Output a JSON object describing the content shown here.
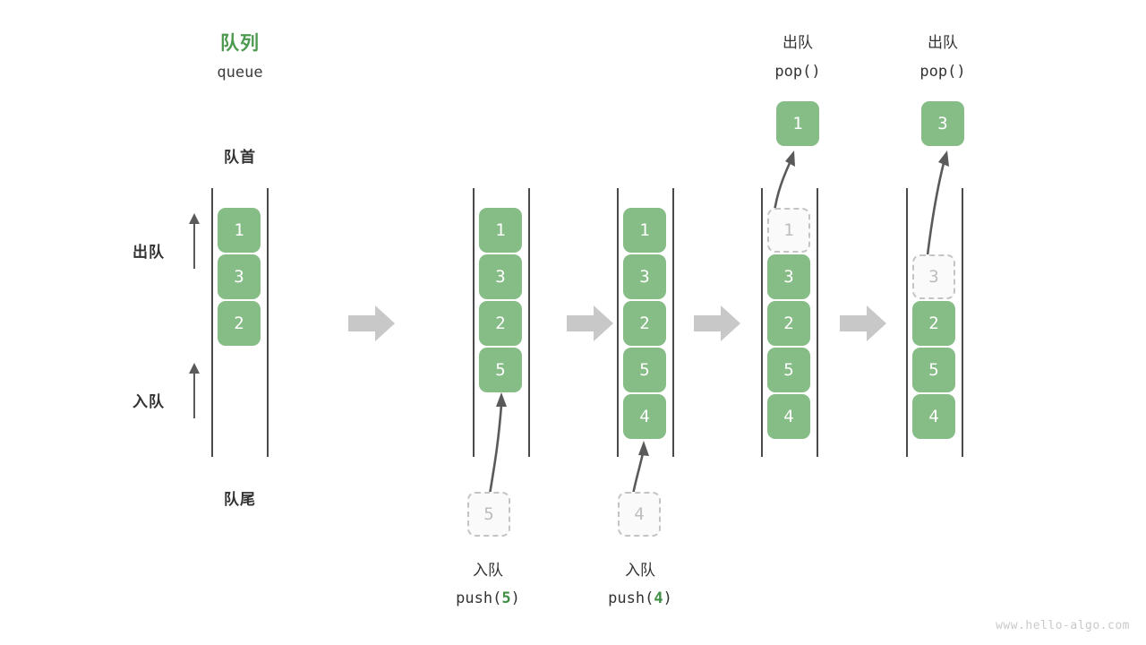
{
  "diagram": {
    "title_cn": "队列",
    "title_en": "queue",
    "front_label": "队首",
    "rear_label": "队尾",
    "side_dequeue_label": "出队",
    "side_enqueue_label": "入队",
    "watermark": "www.hello-algo.com",
    "colors": {
      "cell_green": "#86bc86",
      "title_green": "#4e9a51",
      "accent_num_green": "#3f8f44",
      "rail_gray": "#4a4a4a",
      "arrow_gray": "#5a5a5a",
      "block_arrow_gray": "#c8c8c8",
      "ghost_border": "#c4c4c4",
      "ghost_fill": "#fafafa",
      "ghost_text": "#bdbdbd",
      "text_dark": "#333333",
      "watermark_gray": "#c9c9c9"
    }
  },
  "icons": {
    "up_arrow": "up-arrow-icon",
    "flow_arrow": "right-block-arrow-icon",
    "push_curve": "curved-up-arrow-icon",
    "pop_curve": "curved-up-arrow-icon"
  },
  "steps": [
    {
      "id": "initial",
      "caption_cn": "",
      "caption_en": "",
      "cells": [
        {
          "value": "1",
          "state": "filled"
        },
        {
          "value": "3",
          "state": "filled"
        },
        {
          "value": "2",
          "state": "filled"
        }
      ],
      "incoming": null,
      "outgoing": null
    },
    {
      "id": "push-5",
      "caption_cn": "入队",
      "caption_en_prefix": "push(",
      "caption_en_num": "5",
      "caption_en_suffix": ")",
      "cells": [
        {
          "value": "1",
          "state": "filled"
        },
        {
          "value": "3",
          "state": "filled"
        },
        {
          "value": "2",
          "state": "filled"
        },
        {
          "value": "5",
          "state": "filled"
        }
      ],
      "incoming": {
        "value": "5",
        "state": "ghost"
      },
      "outgoing": null
    },
    {
      "id": "push-4",
      "caption_cn": "入队",
      "caption_en_prefix": "push(",
      "caption_en_num": "4",
      "caption_en_suffix": ")",
      "cells": [
        {
          "value": "1",
          "state": "filled"
        },
        {
          "value": "3",
          "state": "filled"
        },
        {
          "value": "2",
          "state": "filled"
        },
        {
          "value": "5",
          "state": "filled"
        },
        {
          "value": "4",
          "state": "filled"
        }
      ],
      "incoming": {
        "value": "4",
        "state": "ghost"
      },
      "outgoing": null
    },
    {
      "id": "pop-1",
      "header_cn": "出队",
      "header_en": "pop()",
      "cells": [
        {
          "value": "1",
          "state": "ghost"
        },
        {
          "value": "3",
          "state": "filled"
        },
        {
          "value": "2",
          "state": "filled"
        },
        {
          "value": "5",
          "state": "filled"
        },
        {
          "value": "4",
          "state": "filled"
        }
      ],
      "outgoing": {
        "value": "1",
        "state": "filled"
      }
    },
    {
      "id": "pop-3",
      "header_cn": "出队",
      "header_en": "pop()",
      "cells": [
        {
          "value": "",
          "state": "empty"
        },
        {
          "value": "3",
          "state": "ghost"
        },
        {
          "value": "2",
          "state": "filled"
        },
        {
          "value": "5",
          "state": "filled"
        },
        {
          "value": "4",
          "state": "filled"
        }
      ],
      "outgoing": {
        "value": "3",
        "state": "filled"
      }
    }
  ],
  "flow_arrows": [
    {
      "id": "flow-1"
    },
    {
      "id": "flow-2"
    },
    {
      "id": "flow-3"
    },
    {
      "id": "flow-4"
    }
  ]
}
